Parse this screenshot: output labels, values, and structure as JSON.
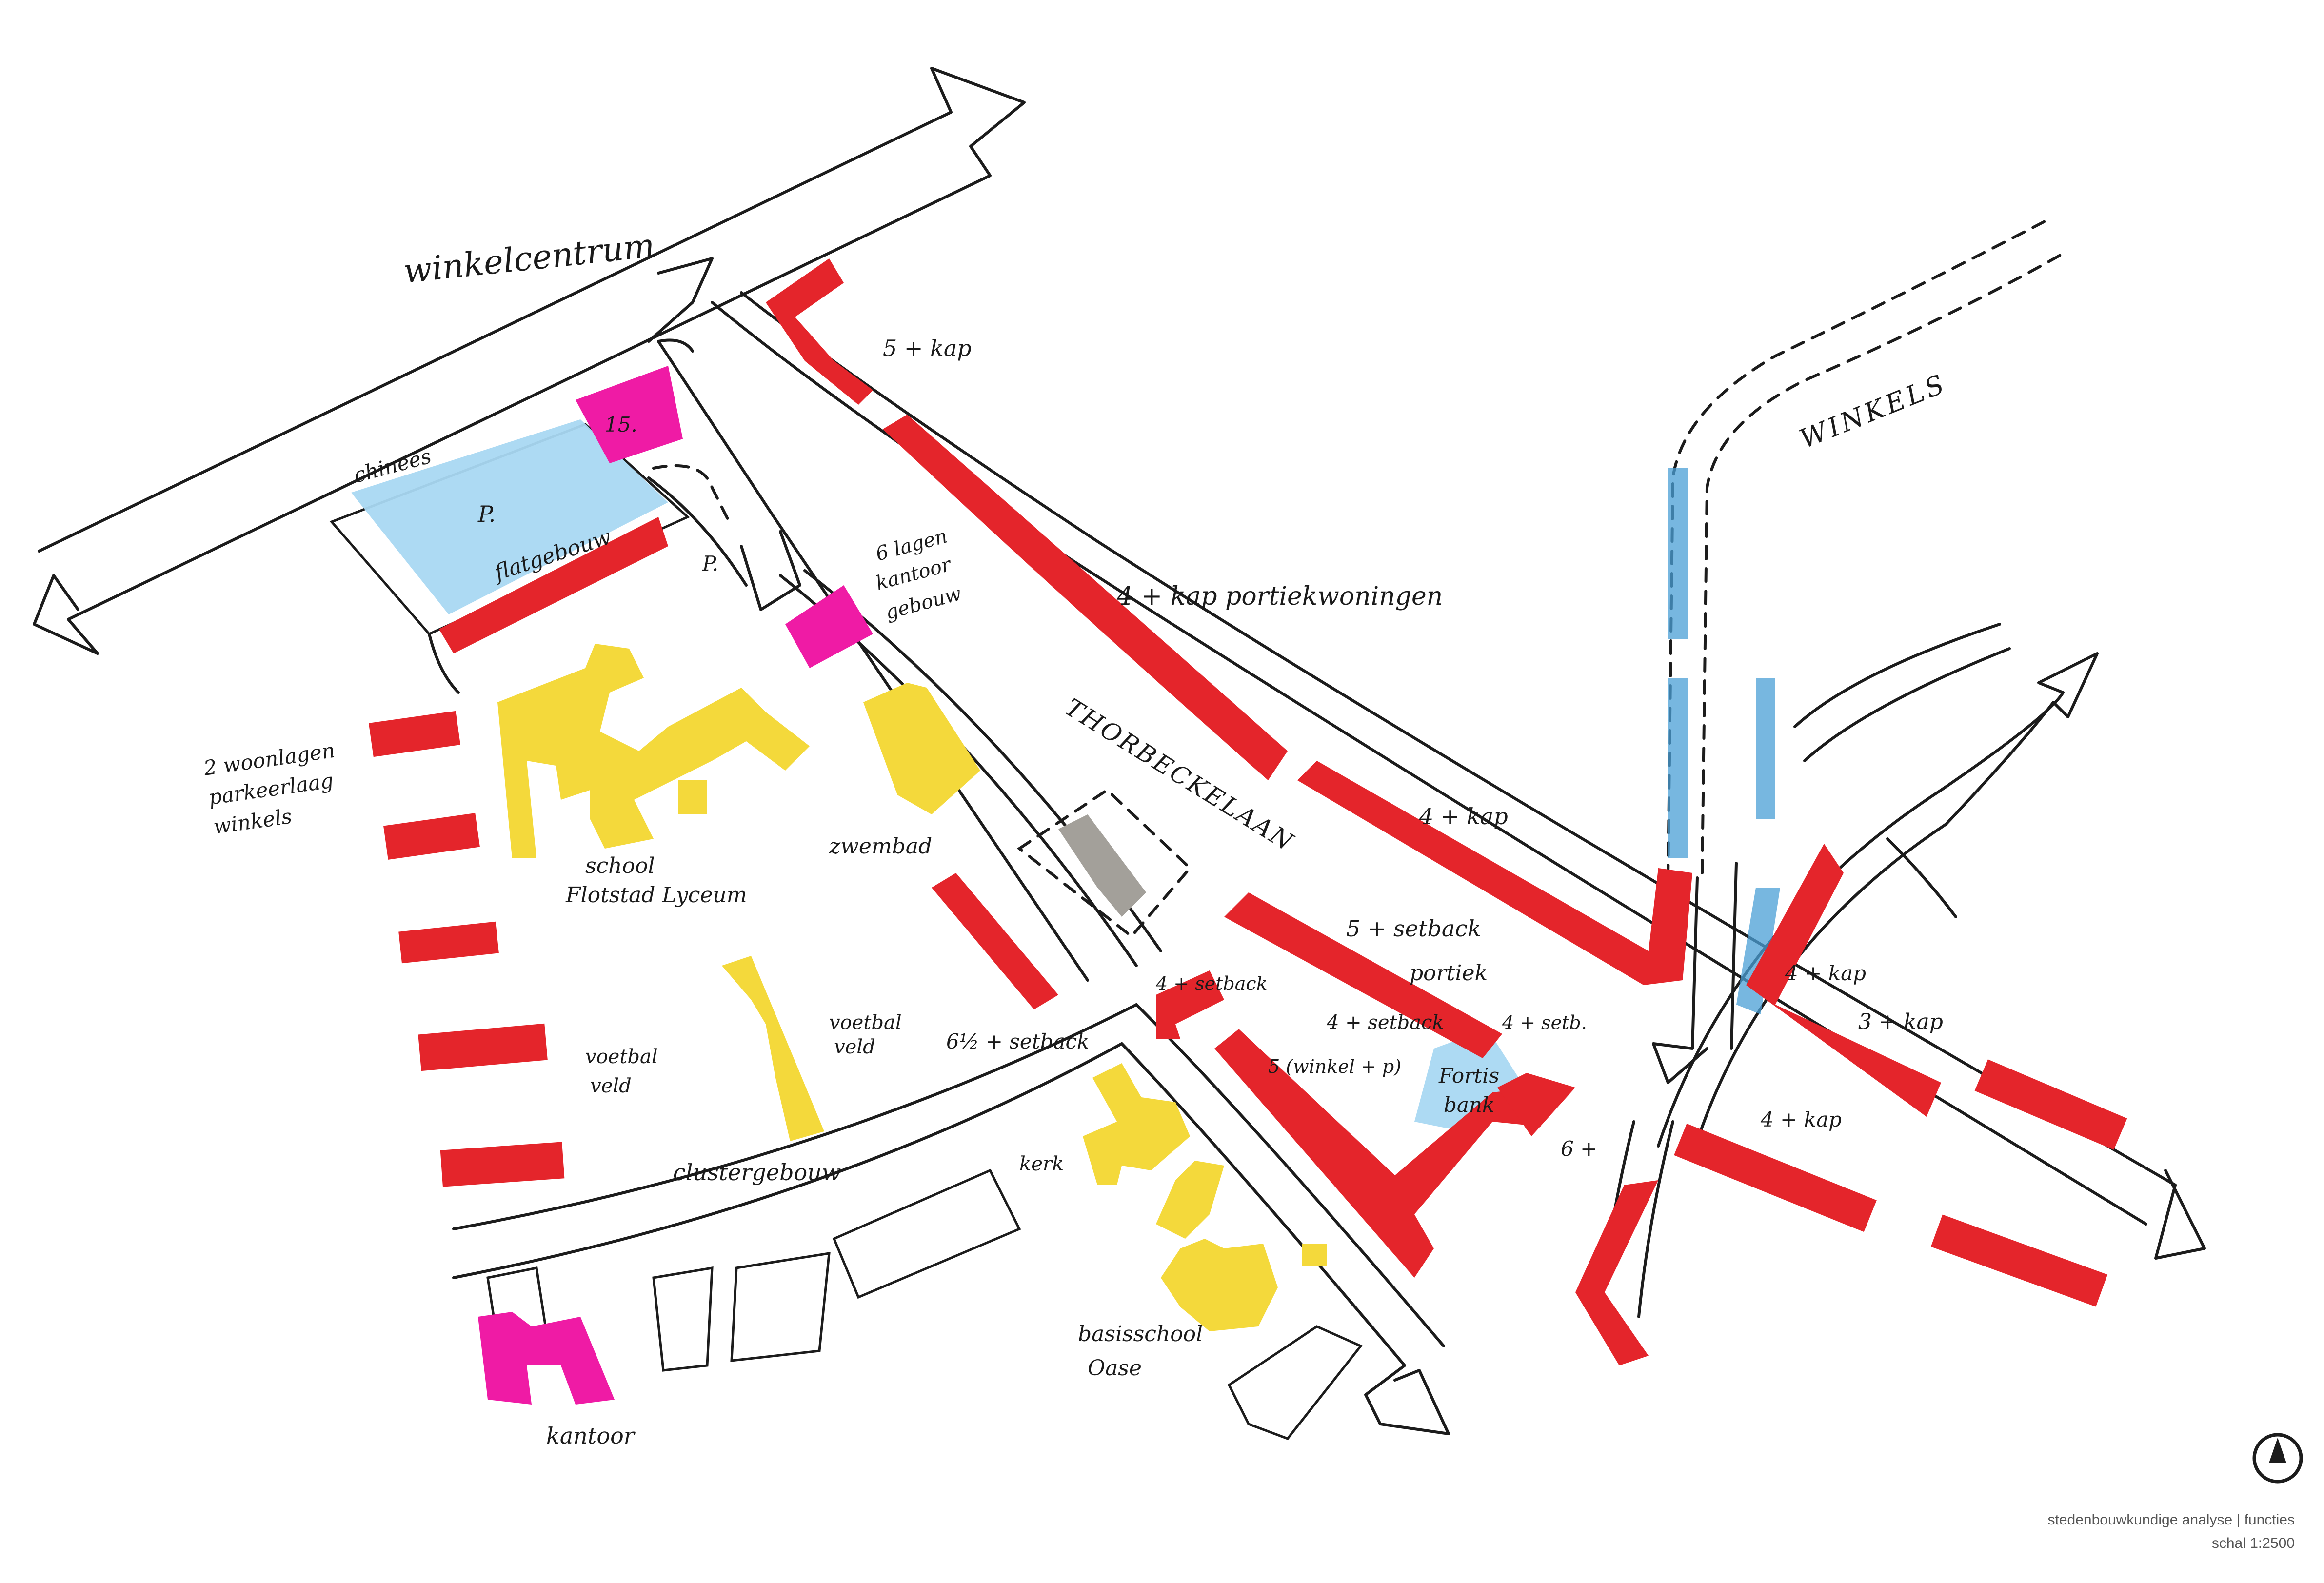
{
  "colors": {
    "housing": "#e4252b",
    "commercial": "#ef1ba5",
    "parking": "#a9d8f2",
    "education": "#f4d93b",
    "other": "#a3a09a",
    "water": "#4a9fd6",
    "ink": "#1c1c1c"
  },
  "labels": {
    "winkelcentrum": "winkelcentrum",
    "chinees": "chinees",
    "p_main": "P.",
    "p_small": "P.",
    "fifteen": "15.",
    "flatgebouw": "flatgebouw",
    "kantoorgebouw_1": "6 lagen",
    "kantoorgebouw_2": "kantoor",
    "kantoorgebouw_3": "gebouw",
    "five_kap_top": "5 + kap",
    "four_kap_portiek": "4 + kap portiekwoningen",
    "winkels": "WINKELS",
    "woonlagen_1": "2 woonlagen",
    "woonlagen_2": "parkeerlaag",
    "woonlagen_3": "winkels",
    "school_1": "school",
    "school_2": "Flotstad Lyceum",
    "zwembad": "zwembad",
    "thorbeckelaan": "THORBECKELAAN",
    "four_kap_mid": "4 + kap",
    "five_setback": "5 + setback",
    "portiek": "portiek",
    "four_setback_a": "4 + setback",
    "four_setback_b": "4 + setback",
    "four_setb_c": "4 + setb.",
    "fortis_1": "Fortis",
    "fortis_2": "bank",
    "five_winkel": "5 (winkel + p)",
    "six_plus": "6 +",
    "four_kap_right": "4 + kap",
    "three_kap": "3 + kap",
    "four_kap_low": "4 + kap",
    "six_half_setback": "6½ + setback",
    "voetbalveld_1a": "voetbal",
    "voetbalveld_1b": "veld",
    "voetbalveld_2a": "voetbal",
    "voetbalveld_2b": "veld",
    "clustergebouw": "clustergebouw",
    "kerk": "kerk",
    "basisschool_1": "basisschool",
    "basisschool_2": "Oase",
    "kantoor_bottom": "kantoor"
  },
  "caption": {
    "line1": "stedenbouwkundige analyse | functies",
    "line2": "schal 1:2500"
  },
  "north_icon": "north-arrow-icon"
}
